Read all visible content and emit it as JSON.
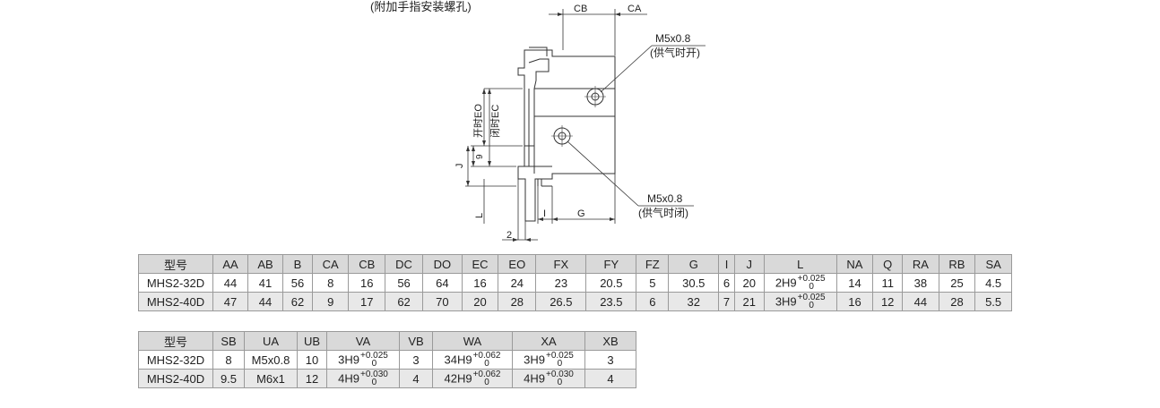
{
  "drawing": {
    "caption": "(附加手指安装螺孔)",
    "dims": {
      "cb": "CB",
      "ca": "CA",
      "eo": "开时EO",
      "ec": "闭时EC",
      "nine": "9",
      "j": "J",
      "l": "L",
      "two": "2",
      "i": "I",
      "g": "G"
    },
    "port_open": {
      "size": "M5x0.8",
      "note": "(供气时开)"
    },
    "port_close": {
      "size": "M5x0.8",
      "note": "(供气时闭)"
    }
  },
  "table1": {
    "headers": [
      "型号",
      "AA",
      "AB",
      "B",
      "CA",
      "CB",
      "DC",
      "DO",
      "EC",
      "EO",
      "FX",
      "FY",
      "FZ",
      "G",
      "I",
      "J",
      "L",
      "NA",
      "Q",
      "RA",
      "RB",
      "SA"
    ],
    "rows": [
      {
        "model": "MHS2-32D",
        "cells": [
          "44",
          "41",
          "56",
          "8",
          "16",
          "56",
          "64",
          "16",
          "24",
          "23",
          "20.5",
          "5",
          "30.5",
          "6",
          "20"
        ],
        "L": {
          "base": "2H9",
          "upper": "+0.025",
          "lower": "0"
        },
        "tail": [
          "14",
          "11",
          "38",
          "25",
          "4.5"
        ]
      },
      {
        "model": "MHS2-40D",
        "cells": [
          "47",
          "44",
          "62",
          "9",
          "17",
          "62",
          "70",
          "20",
          "28",
          "26.5",
          "23.5",
          "6",
          "32",
          "7",
          "21"
        ],
        "L": {
          "base": "3H9",
          "upper": "+0.025",
          "lower": "0"
        },
        "tail": [
          "16",
          "12",
          "44",
          "28",
          "5.5"
        ]
      }
    ]
  },
  "table2": {
    "headers": [
      "型号",
      "SB",
      "UA",
      "UB",
      "VA",
      "VB",
      "WA",
      "XA",
      "XB"
    ],
    "rows": [
      {
        "model": "MHS2-32D",
        "sb": "8",
        "ua": "M5x0.8",
        "ub": "10",
        "va": {
          "base": "3H9",
          "upper": "+0.025",
          "lower": "0"
        },
        "vb": "3",
        "wa": {
          "base": "34H9",
          "upper": "+0.062",
          "lower": "0"
        },
        "xa": {
          "base": "3H9",
          "upper": "+0.025",
          "lower": "0"
        },
        "xb": "3"
      },
      {
        "model": "MHS2-40D",
        "sb": "9.5",
        "ua": "M6x1",
        "ub": "12",
        "va": {
          "base": "4H9",
          "upper": "+0.030",
          "lower": "0"
        },
        "vb": "4",
        "wa": {
          "base": "42H9",
          "upper": "+0.062",
          "lower": "0"
        },
        "xa": {
          "base": "4H9",
          "upper": "+0.030",
          "lower": "0"
        },
        "xb": "4"
      }
    ]
  }
}
